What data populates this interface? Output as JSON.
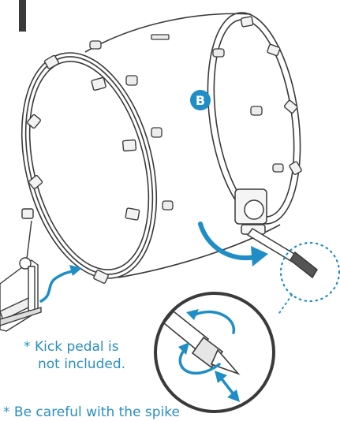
{
  "callout": {
    "letter": "B"
  },
  "notes": {
    "kick_pedal_star": "*",
    "kick_pedal_line1": "Kick pedal is",
    "kick_pedal_line2": "not included.",
    "bottom_partial": "*  Be careful with the spike"
  },
  "colors": {
    "accent": "#1f8ec6",
    "line": "#3a3a3a",
    "hardware_fill": "#f2f2f2",
    "text_blue": "#2a8fc0"
  }
}
